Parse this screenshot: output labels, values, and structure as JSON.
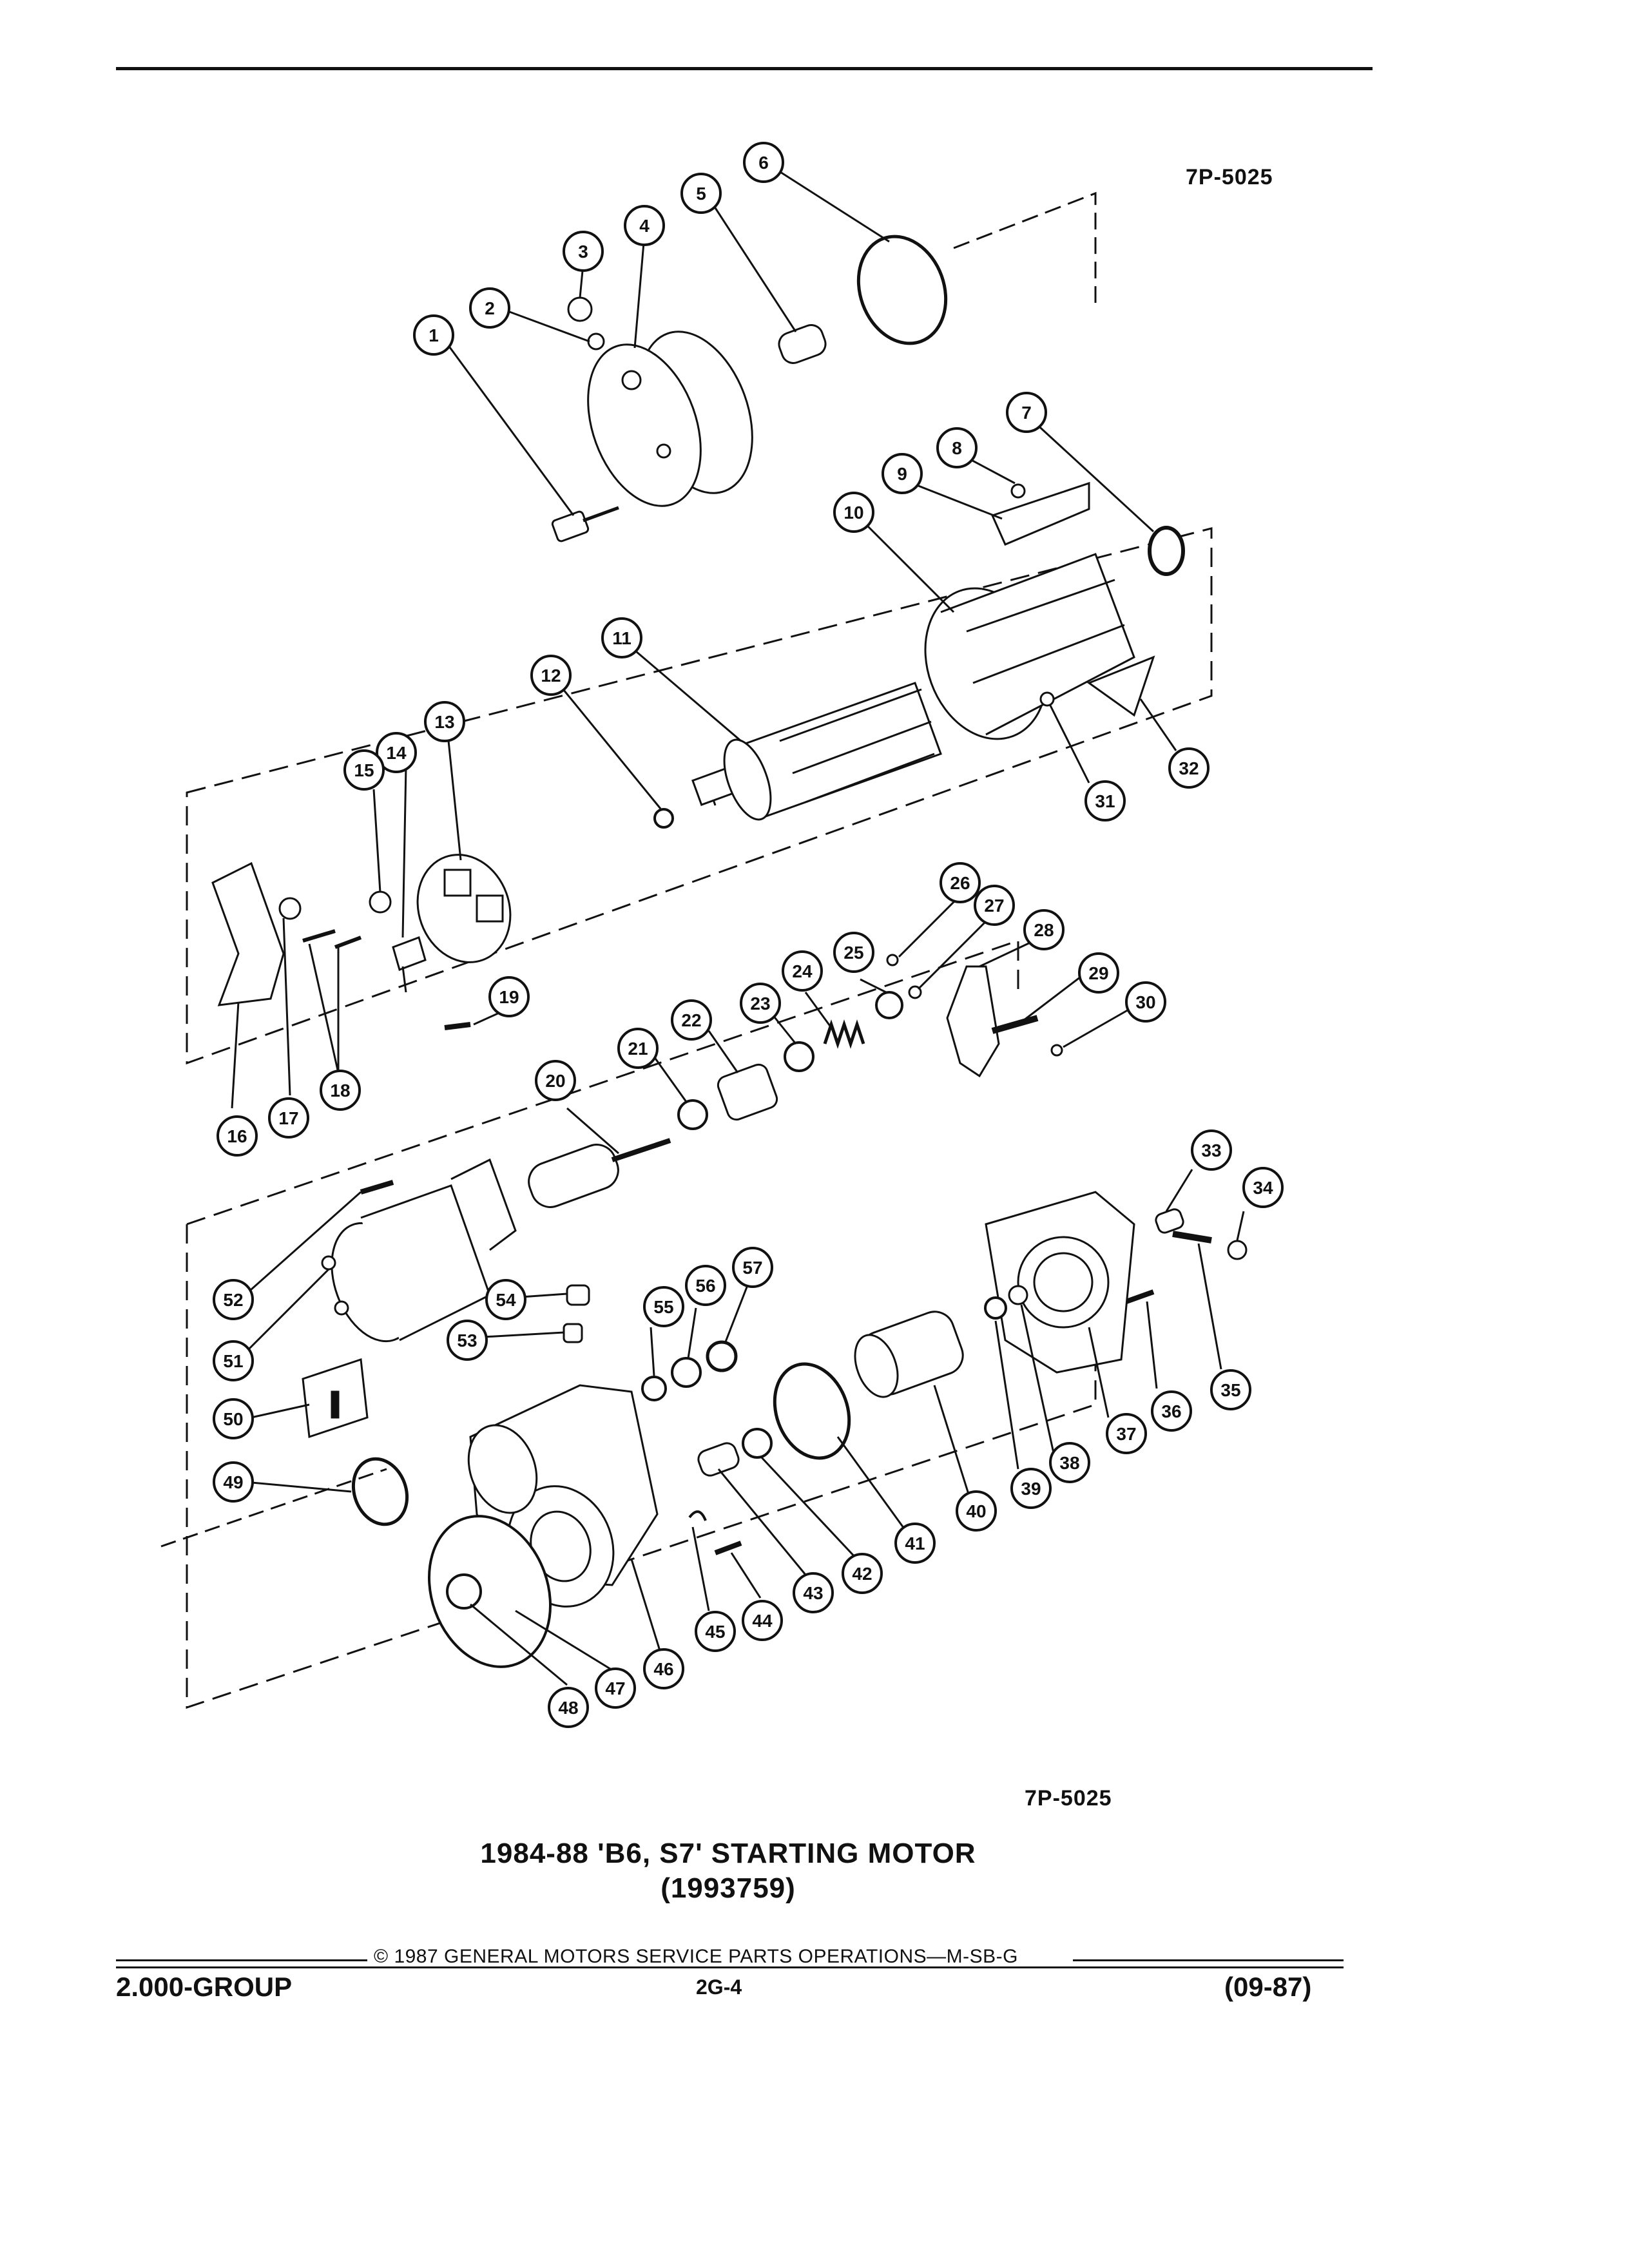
{
  "header": {
    "ref_top": "7P-5025"
  },
  "figure": {
    "ref_bottom": "7P-5025",
    "title": "1984-88 'B6, S7' STARTING MOTOR",
    "subtitle": "(1993759)",
    "callout_labels": [
      "1",
      "2",
      "3",
      "4",
      "5",
      "6",
      "7",
      "8",
      "9",
      "10",
      "11",
      "12",
      "13",
      "14",
      "15",
      "16",
      "17",
      "18",
      "19",
      "20",
      "21",
      "22",
      "23",
      "24",
      "25",
      "26",
      "27",
      "28",
      "29",
      "30",
      "31",
      "32",
      "33",
      "34",
      "35",
      "36",
      "37",
      "38",
      "39",
      "40",
      "41",
      "42",
      "43",
      "44",
      "45",
      "46",
      "47",
      "48",
      "49",
      "50",
      "51",
      "52",
      "53",
      "54",
      "55",
      "56",
      "57"
    ]
  },
  "footer": {
    "copyright": "© 1987  GENERAL MOTORS SERVICE PARTS OPERATIONS—M-SB-G",
    "group": "2.000-GROUP",
    "page": "2G-4",
    "date": "(09-87)"
  }
}
